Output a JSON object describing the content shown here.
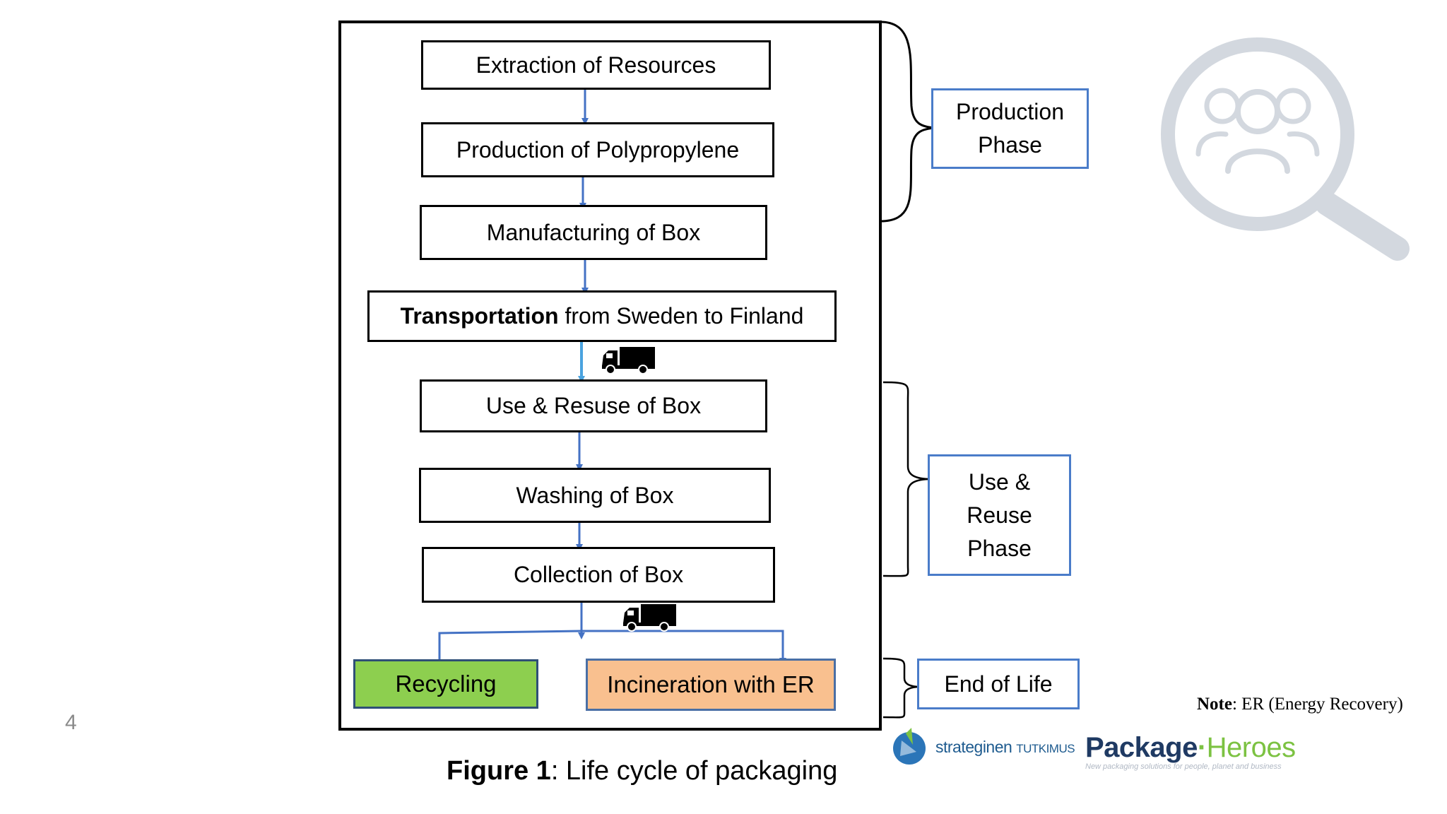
{
  "page_number": "4",
  "steps": {
    "extraction": "Extraction of Resources",
    "polypropylene": "Production of Polypropylene",
    "manufacturing": "Manufacturing of Box",
    "transport_bold": "Transportation",
    "transport_rest": " from Sweden to Finland",
    "use": "Use & Resuse of Box",
    "washing": "Washing of Box",
    "collection": "Collection of Box",
    "recycling": "Recycling",
    "incineration": "Incineration with ER"
  },
  "phases": {
    "production": "Production\nPhase",
    "use": "Use &\nReuse\nPhase",
    "end": "End of Life"
  },
  "caption": {
    "label": "Figure 1",
    "text": ": Life cycle of packaging"
  },
  "note": {
    "label": "Note",
    "text": ": ER (Energy Recovery)"
  },
  "logos": {
    "strateginen_a": "strateginen",
    "strateginen_b": "TUTKIMUS",
    "package": "Package",
    "dot": "·",
    "heroes": "Heroes",
    "tagline": "New packaging solutions for people, planet and business"
  },
  "icons": [
    "truck-icon",
    "truck-icon",
    "user-search-icon"
  ],
  "colors": {
    "recycling_fill": "#8dcf4f",
    "incineration_fill": "#f9c08f",
    "phase_border": "#4a7cc9",
    "arrow": "#4472c4",
    "search_icon": "#d3d8df"
  }
}
